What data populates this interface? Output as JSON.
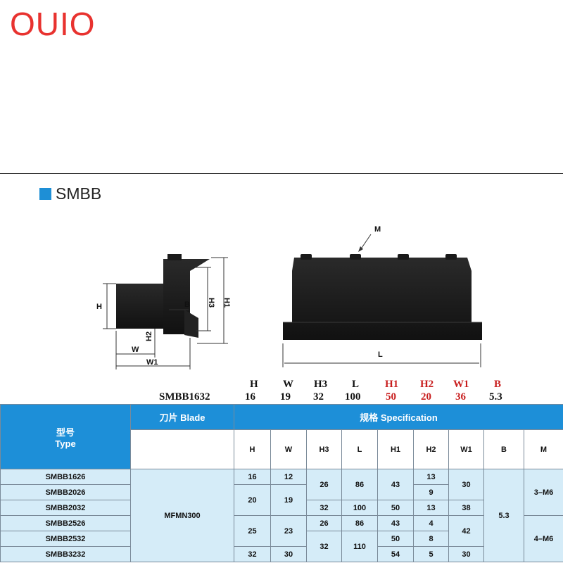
{
  "brand": "OUIO",
  "section_title": "SMBB",
  "drawing_labels": {
    "H": "H",
    "W": "W",
    "W1": "W1",
    "H1": "H1",
    "H2": "H2",
    "H3": "H3",
    "B": "B",
    "L": "L",
    "M": "M"
  },
  "example": {
    "model": "SMBB1632",
    "headers": [
      "H",
      "W",
      "H3",
      "L",
      "H1",
      "H2",
      "W1",
      "B"
    ],
    "values": [
      "16",
      "19",
      "32",
      "100",
      "50",
      "20",
      "36",
      "5.3"
    ],
    "colors": [
      "#111111",
      "#111111",
      "#111111",
      "#111111",
      "#c81e1e",
      "#c81e1e",
      "#c81e1e",
      "#c81e1e"
    ]
  },
  "table": {
    "type_header": "型号",
    "type_header_en": "Type",
    "blade_header": "刀片 Blade",
    "spec_header": "规格 Specification",
    "spec_columns": [
      "H",
      "W",
      "H3",
      "L",
      "H1",
      "H2",
      "W1",
      "B",
      "M"
    ],
    "blade": "MFMN300",
    "types": [
      "SMBB1626",
      "SMBB2026",
      "SMBB2032",
      "SMBB2526",
      "SMBB2532",
      "SMBB3232"
    ],
    "cells": {
      "H_1": "16",
      "W_1": "12",
      "H_2": "20",
      "W_2": "19",
      "H_4": "25",
      "W_4": "23",
      "H_6": "32",
      "W_6": "30",
      "H3_1": "26",
      "L_1": "86",
      "H1_1": "43",
      "H3_3": "32",
      "L_3": "100",
      "H1_3": "50",
      "H3_4": "26",
      "L_4": "86",
      "H1_4": "43",
      "H3_5": "32",
      "L_5": "110",
      "H1_5": "50",
      "H1_6": "54",
      "H2_1": "13",
      "H2_2": "9",
      "H2_3": "13",
      "H2_4": "4",
      "H2_5": "8",
      "H2_6": "5",
      "W1_1": "30",
      "W1_3": "38",
      "W1_4": "42",
      "W1_6": "30",
      "B": "5.3",
      "M_1": "3–M6",
      "M_2": "4–M6"
    }
  }
}
